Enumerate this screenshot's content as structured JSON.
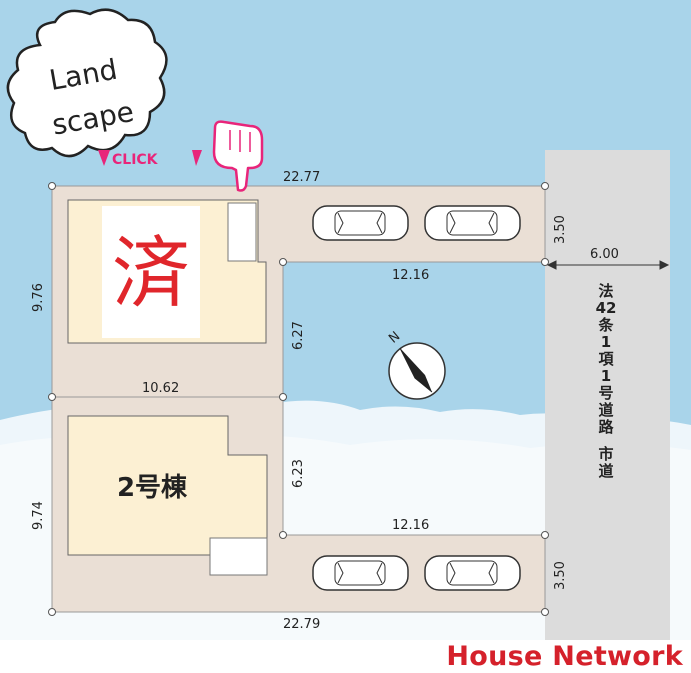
{
  "logo": {
    "line1": "Land",
    "line2": "scape",
    "click_label": "CLICK"
  },
  "sold_mark": "済",
  "lot2_label": "2号棟",
  "road_label": [
    "法",
    "42",
    "条",
    "1",
    "項",
    "1",
    "号",
    "道",
    "路",
    "",
    "市",
    "道"
  ],
  "compass_label": "N",
  "dimensions": {
    "top_width": "22.77",
    "bottom_width": "22.79",
    "drive_top_depth": "3.50",
    "drive_bottom_depth": "3.50",
    "road_width": "6.00",
    "upper_inner_width": "12.16",
    "lower_inner_width": "12.16",
    "upper_left_depth": "9.76",
    "lower_left_depth": "9.74",
    "upper_right_depth": "6.27",
    "lower_right_depth": "6.23",
    "middle_width": "10.62"
  },
  "footer": {
    "brand": "House Network"
  },
  "colors": {
    "sky": "#a9d4ea",
    "lot": "#eadfd5",
    "house": "#fcf0d3",
    "road": "#dcdcdc",
    "brand": "#d5212b",
    "sold": "#e0262b"
  }
}
